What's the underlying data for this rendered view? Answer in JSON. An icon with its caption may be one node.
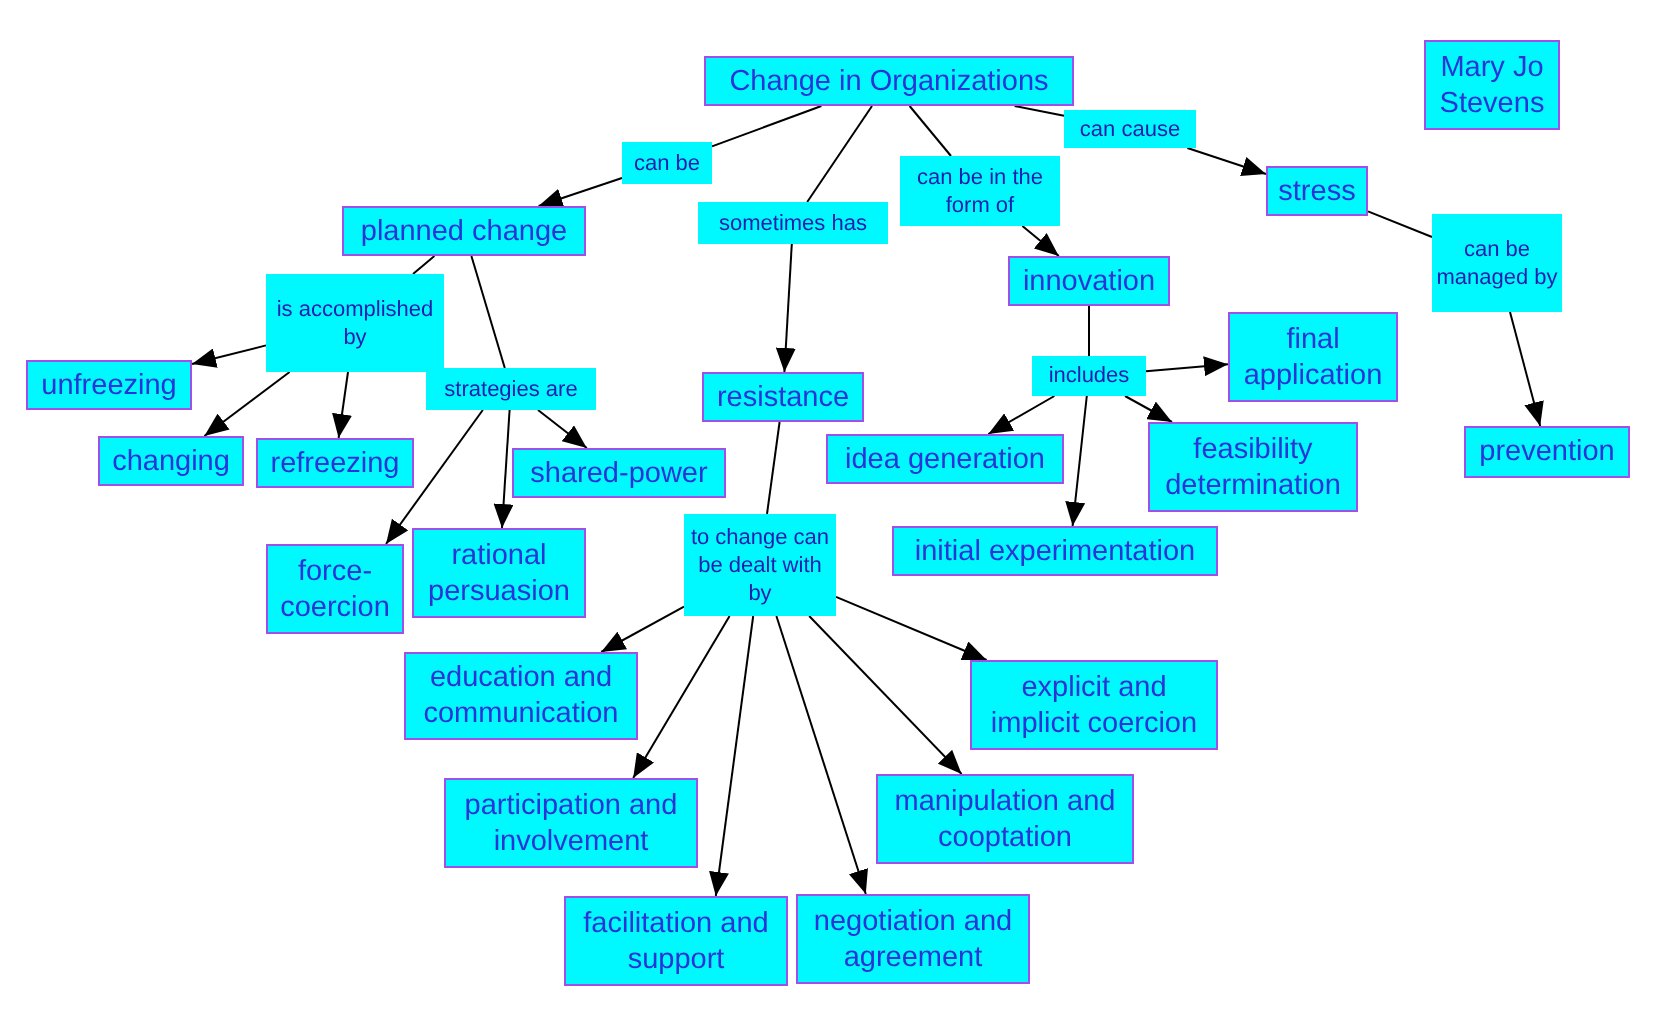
{
  "diagram": {
    "nodes": [
      {
        "text": [
          "Change in Organizations"
        ]
      },
      {
        "text": [
          "Mary Jo Stevens"
        ]
      },
      {
        "text": [
          "can be"
        ]
      },
      {
        "text": [
          "can cause"
        ]
      },
      {
        "text": [
          "can be in the form of"
        ]
      },
      {
        "text": [
          "sometimes has"
        ]
      },
      {
        "text": [
          "planned change"
        ]
      },
      {
        "text": [
          "stress"
        ]
      },
      {
        "text": [
          "can be managed by"
        ]
      },
      {
        "text": [
          "innovation"
        ]
      },
      {
        "text": [
          "is accomplished by"
        ]
      },
      {
        "text": [
          "final application"
        ]
      },
      {
        "text": [
          "includes"
        ]
      },
      {
        "text": [
          "unfreezing"
        ]
      },
      {
        "text": [
          "strategies are"
        ]
      },
      {
        "text": [
          "resistance"
        ]
      },
      {
        "text": [
          "feasibility determination"
        ]
      },
      {
        "text": [
          "prevention"
        ]
      },
      {
        "text": [
          "idea generation"
        ]
      },
      {
        "text": [
          "changing"
        ]
      },
      {
        "text": [
          "refreezing"
        ]
      },
      {
        "text": [
          "shared-power"
        ]
      },
      {
        "text": [
          "to change can be dealt with by"
        ]
      },
      {
        "text": [
          "initial experimentation"
        ]
      },
      {
        "text": [
          "rational persuasion"
        ]
      },
      {
        "text": [
          "force-coercion"
        ]
      },
      {
        "text": [
          "education and communication"
        ]
      },
      {
        "text": [
          "explicit and implicit coercion"
        ]
      },
      {
        "text": [
          "manipulation and cooptation"
        ]
      },
      {
        "text": [
          "participation and involvement"
        ]
      },
      {
        "text": [
          "facilitation and support"
        ]
      },
      {
        "text": [
          "negotiation and agreement"
        ]
      }
    ],
    "edges": [
      {
        "from": 0,
        "to": 2,
        "arrow": "none"
      },
      {
        "from": 2,
        "to": 6,
        "arrow": "to"
      },
      {
        "from": 0,
        "to": 5,
        "arrow": "none"
      },
      {
        "from": 5,
        "to": 15,
        "arrow": "to"
      },
      {
        "from": 0,
        "to": 4,
        "arrow": "none"
      },
      {
        "from": 4,
        "to": 9,
        "arrow": "to"
      },
      {
        "from": 0,
        "to": 3,
        "arrow": "none"
      },
      {
        "from": 3,
        "to": 7,
        "arrow": "to"
      },
      {
        "from": 7,
        "to": 8,
        "arrow": "none"
      },
      {
        "from": 8,
        "to": 17,
        "arrow": "to"
      },
      {
        "from": 6,
        "to": 10,
        "arrow": "none"
      },
      {
        "from": 10,
        "to": 13,
        "arrow": "to"
      },
      {
        "from": 10,
        "to": 19,
        "arrow": "to"
      },
      {
        "from": 10,
        "to": 20,
        "arrow": "to"
      },
      {
        "from": 6,
        "to": 14,
        "arrow": "none"
      },
      {
        "from": 14,
        "to": 21,
        "arrow": "to"
      },
      {
        "from": 14,
        "to": 24,
        "arrow": "to"
      },
      {
        "from": 14,
        "to": 25,
        "arrow": "to"
      },
      {
        "from": 9,
        "to": 12,
        "arrow": "none"
      },
      {
        "from": 12,
        "to": 11,
        "arrow": "to"
      },
      {
        "from": 12,
        "to": 18,
        "arrow": "to"
      },
      {
        "from": 12,
        "to": 16,
        "arrow": "to"
      },
      {
        "from": 12,
        "to": 23,
        "arrow": "to"
      },
      {
        "from": 15,
        "to": 22,
        "arrow": "none"
      },
      {
        "from": 22,
        "to": 26,
        "arrow": "to"
      },
      {
        "from": 22,
        "to": 29,
        "arrow": "to"
      },
      {
        "from": 22,
        "to": 30,
        "arrow": "to"
      },
      {
        "from": 22,
        "to": 31,
        "arrow": "to"
      },
      {
        "from": 22,
        "to": 28,
        "arrow": "to"
      },
      {
        "from": 22,
        "to": 27,
        "arrow": "to"
      }
    ]
  }
}
